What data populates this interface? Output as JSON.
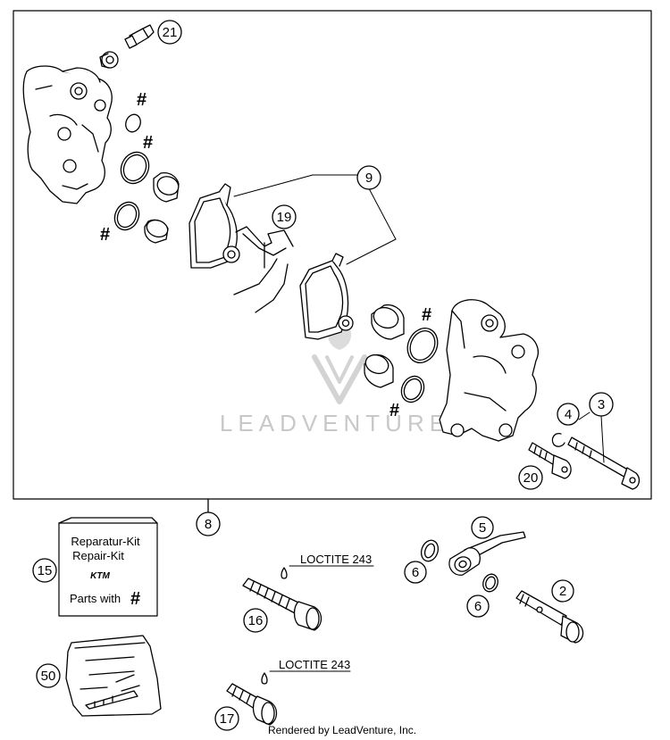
{
  "diagram": {
    "callouts": [
      {
        "id": "c21",
        "label": "21"
      },
      {
        "id": "c9",
        "label": "9"
      },
      {
        "id": "c19",
        "label": "19"
      },
      {
        "id": "c4",
        "label": "4"
      },
      {
        "id": "c3",
        "label": "3"
      },
      {
        "id": "c20",
        "label": "20"
      },
      {
        "id": "c8",
        "label": "8"
      },
      {
        "id": "c5",
        "label": "5"
      },
      {
        "id": "c15",
        "label": "15"
      },
      {
        "id": "c6a",
        "label": "6"
      },
      {
        "id": "c2",
        "label": "2"
      },
      {
        "id": "c6b",
        "label": "6"
      },
      {
        "id": "c16",
        "label": "16"
      },
      {
        "id": "c50",
        "label": "50"
      },
      {
        "id": "c17",
        "label": "17"
      }
    ],
    "hash_mark": "#",
    "repair_kit": {
      "line1": "Reparatur-Kit",
      "line2": "Repair-Kit",
      "logo": "KTM",
      "line3": "Parts with",
      "hash": "#"
    },
    "loctite_labels": [
      "LOCTITE 243",
      "LOCTITE 243"
    ],
    "watermark": "LEADVENTURE",
    "footer": "Rendered by LeadVenture, Inc."
  },
  "colors": {
    "line": "#000000",
    "watermark": "#cfcfcf",
    "background": "#ffffff"
  }
}
